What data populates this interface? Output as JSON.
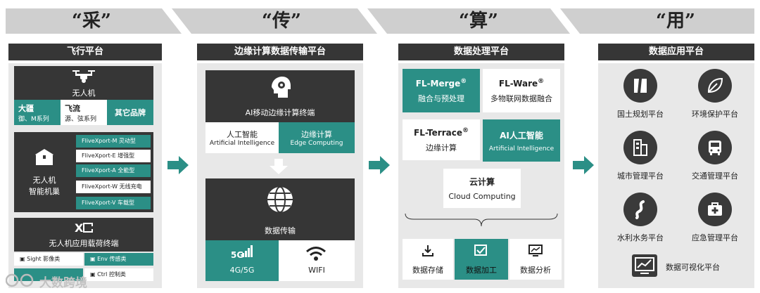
{
  "headers": [
    "“采”",
    "“传”",
    "“算”",
    "“用”"
  ],
  "col1": {
    "title": "飞行平台",
    "drone": "无人机",
    "dajiang_name": "大疆",
    "dajiang_sub": "御、M系列",
    "feiliu_name": "飞流",
    "feiliu_sub": "源、弦系列",
    "other": "其它品牌",
    "nest": "无人机\n智能机巢",
    "fx": [
      {
        "name": "FliveXport-M",
        "type": "灵动型"
      },
      {
        "name": "FliveXport-E",
        "type": "增强型"
      },
      {
        "name": "FliveXport-A",
        "type": "全能型"
      },
      {
        "name": "FliveXport-W",
        "type": "无线充电"
      },
      {
        "name": "FliveXport-V",
        "type": "车载型"
      }
    ],
    "terminal": "无人机应用载荷终端",
    "sight": "Sight 影像类",
    "env": "Env 传感类",
    "ctrl": "Ctrl 控制类",
    "watermark": "大数跨境"
  },
  "col2": {
    "title": "边缘计算数据传输平台",
    "ai_terminal": "AI移动边缘计算终端",
    "ai_cn": "人工智能",
    "ai_en": "Artificial Intelligence",
    "edge_cn": "边缘计算",
    "edge_en": "Edge Computing",
    "transfer": "数据传输",
    "fiveg": "5G",
    "fourg": "4G/5G",
    "wifi": "WIFI"
  },
  "col3": {
    "title": "数据处理平台",
    "merge": "FL-Merge",
    "merge_sub": "融合与预处理",
    "ware": "FL-Ware",
    "ware_sub": "多物联网数据融合",
    "terrace": "FL-Terrace",
    "terrace_sub": "边缘计算",
    "ai": "AI人工智能",
    "ai_sub": "Artificial Intelligence",
    "cloud": "云计算",
    "cloud_sub": "Cloud Computing",
    "storage": "数据存储",
    "process": "数据加工",
    "analysis": "数据分析",
    "reg": "®"
  },
  "col4": {
    "title": "数据应用平台",
    "apps": [
      "国土规划平台",
      "环境保护平台",
      "城市管理平台",
      "交通管理平台",
      "水利水务平台",
      "应急管理平台"
    ],
    "viz": "数据可视化平台"
  }
}
